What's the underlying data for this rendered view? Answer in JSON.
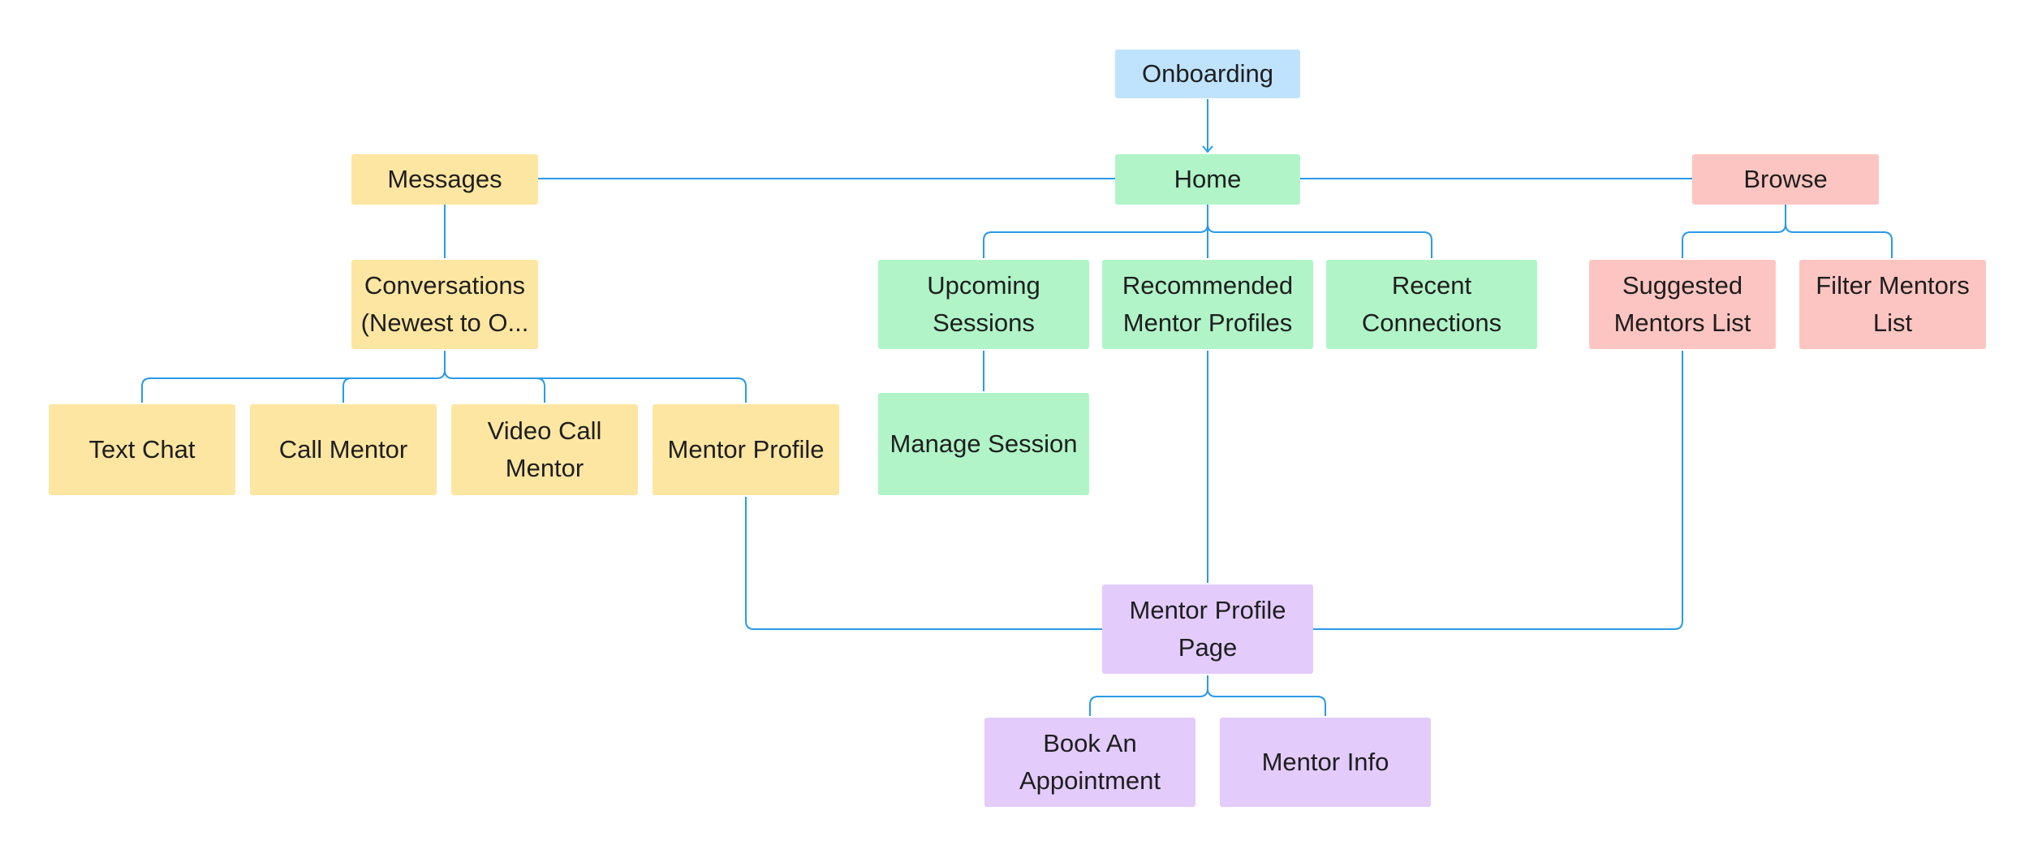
{
  "colors": {
    "connector": "#2a9ae6",
    "onboarding": "#bfe3fc",
    "home": "#b0f4c8",
    "messages": "#fde6a1",
    "browse": "#fdc5c1",
    "profile": "#e3cbfc",
    "text": "#1e1e1e"
  },
  "nodes": {
    "onboarding": "Onboarding",
    "home": "Home",
    "messages": "Messages",
    "browse": "Browse",
    "conversations": "Conversations\n(Newest to O...",
    "text_chat": "Text Chat",
    "call_mentor": "Call Mentor",
    "video_call_mentor": "Video Call\nMentor",
    "mentor_profile": "Mentor Profile",
    "upcoming_sessions": "Upcoming\nSessions",
    "manage_session": "Manage Session",
    "recommended_mentor_profiles": "Recommended\nMentor Profiles",
    "recent_connections": "Recent\nConnections",
    "suggested_mentors_list": "Suggested\nMentors List",
    "filter_mentors_list": "Filter Mentors\nList",
    "mentor_profile_page": "Mentor Profile\nPage",
    "book_an_appointment": "Book An\nAppointment",
    "mentor_info": "Mentor Info"
  }
}
